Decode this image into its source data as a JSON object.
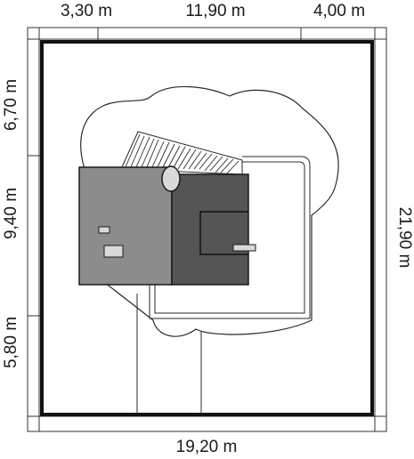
{
  "dimensions": {
    "top": [
      "3,30 m",
      "11,90 m",
      "4,00 m"
    ],
    "left": [
      "6,70 m",
      "9,40 m",
      "5,80 m"
    ],
    "right": "21,90 m",
    "bottom": "19,20 m"
  },
  "colors": {
    "plot_boundary": "#111111",
    "outline": "#2a2a2a",
    "roof_light": "#8c8c8c",
    "roof_dark": "#555555",
    "background": "#ffffff",
    "skylight": "#d9d9d9"
  }
}
